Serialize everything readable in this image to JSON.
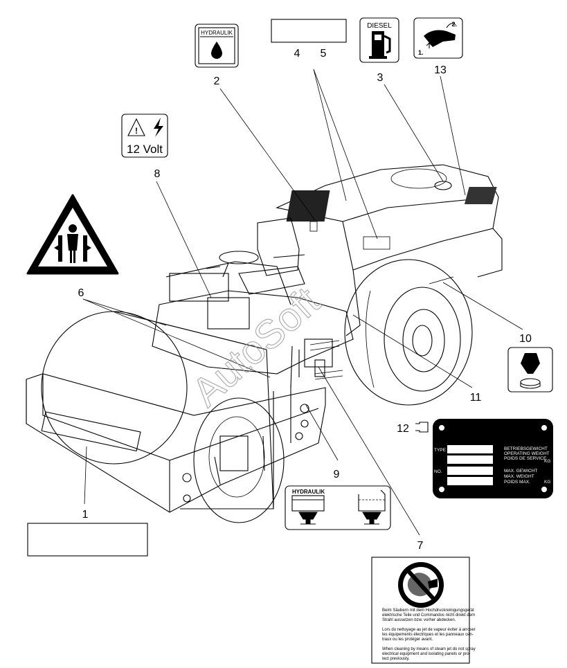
{
  "watermark": "AutoSoft",
  "callouts": [
    "1",
    "2",
    "3",
    "4",
    "5",
    "6",
    "7",
    "8",
    "9",
    "10",
    "11",
    "12",
    "13"
  ],
  "decals": {
    "hydraulik_top": "HYDRAULIK",
    "diesel": "DIESEL",
    "volt": "12 Volt",
    "step_1": "1.",
    "step_2": "2.",
    "hydraulik_box": "HYDRAULIK"
  },
  "plate": {
    "type_label": "TYPE",
    "no_label": "NO.",
    "operating_weight": [
      "BETRIEBSGEWICHT",
      "OPERATING WEIGHT",
      "POIDS DE SERVICE"
    ],
    "max_weight": [
      "MAX. GEWICHT",
      "MAX. WEIGHT",
      "POIDS MAX."
    ],
    "unit_kg": "KG"
  },
  "warning_card": [
    "Beim Säubern mit dem Hochdruckreinigungsgerät",
    "elektrische Teile und Commandos nicht direkt dem",
    "Strahl aussetzen bzw. vorher abdecken.",
    "",
    "Lors du nettoyage au jet de vapeur éviter à arroser",
    "les équipements électriques et les panneaux cen-",
    "traux ou les protéger avant.",
    "",
    "When cleaning by means of steam jet do not spray",
    "electrical equipment and isolating panels or pro-",
    "tect previously."
  ],
  "colors": {
    "ink": "#000000",
    "paper": "#ffffff",
    "watermark": "#9a9a9a"
  }
}
